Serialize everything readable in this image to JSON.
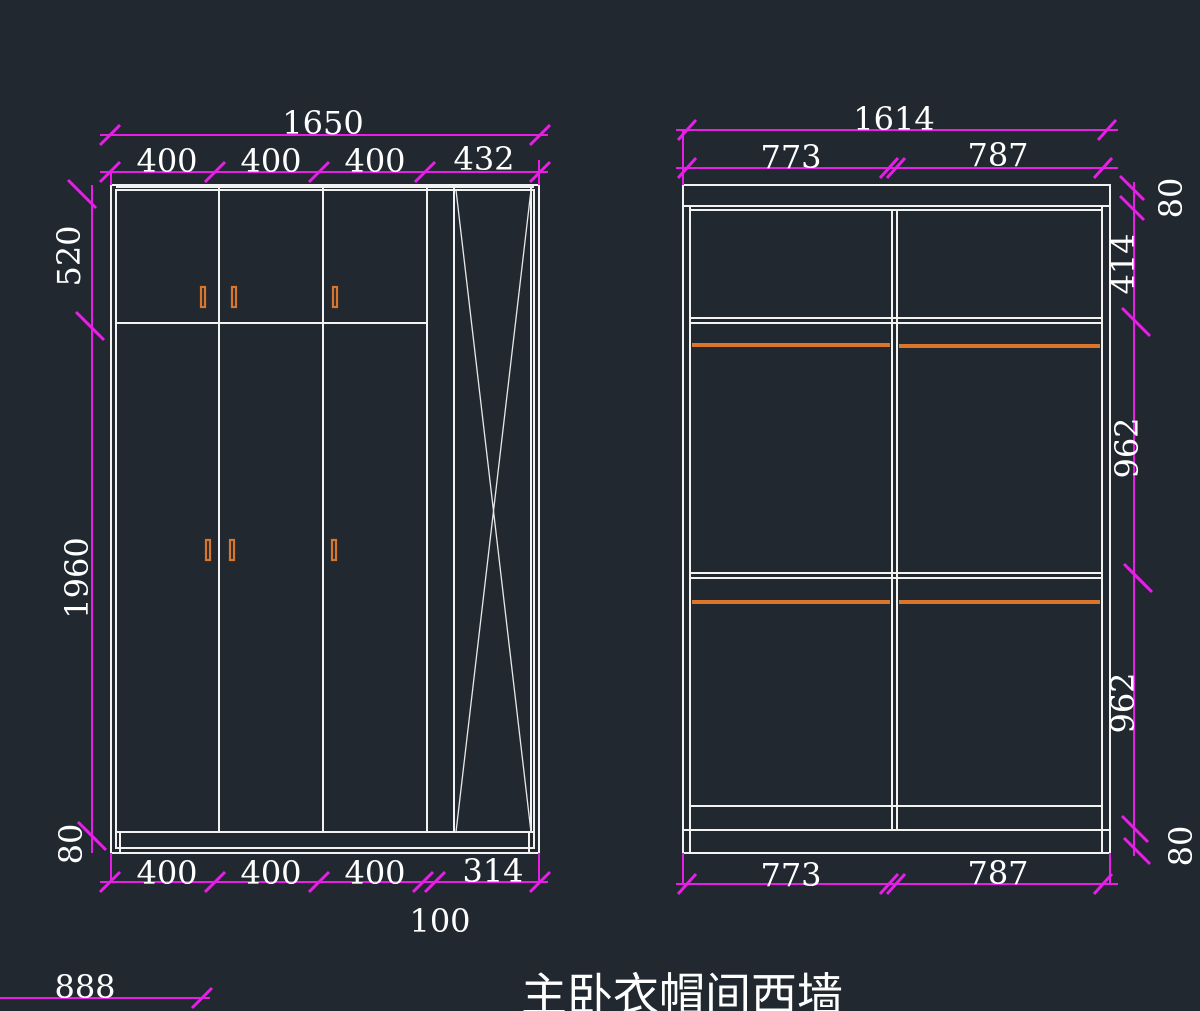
{
  "title": "主卧衣帽间西墙",
  "left_elevation": {
    "overall_width": "1650",
    "top_segments": [
      "400",
      "400",
      "400",
      "432"
    ],
    "bottom_segments": [
      "400",
      "400",
      "400",
      "314"
    ],
    "bottom_gap": "100",
    "heights": [
      "520",
      "1960",
      "80"
    ]
  },
  "right_elevation": {
    "overall_width": "1614",
    "top_segments": [
      "773",
      "787"
    ],
    "bottom_segments": [
      "773",
      "787"
    ],
    "heights": [
      "80",
      "414",
      "962",
      "962",
      "80"
    ]
  },
  "partial_dim": "888",
  "colors": {
    "background": "#212830",
    "line": "#f2f2f2",
    "dimension": "#e61ee6",
    "handle_rail": "#d9762b"
  }
}
